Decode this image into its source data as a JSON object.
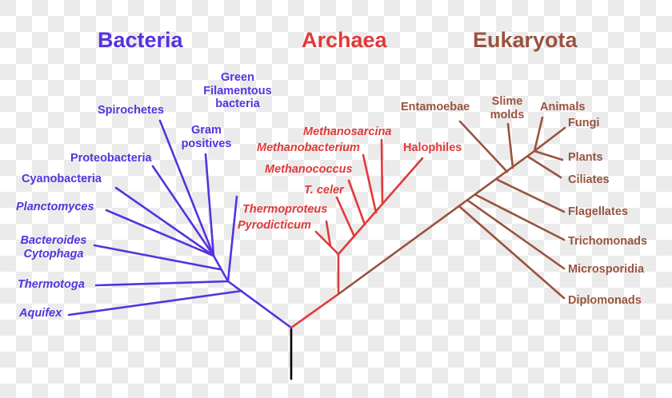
{
  "colors": {
    "bacteria": "#5533dd",
    "archaea": "#e03a3a",
    "eukaryota": "#99533f",
    "root": "#000000",
    "checker_light": "#ffffff",
    "checker_dark": "#ebebeb"
  },
  "titles": {
    "bacteria": "Bacteria",
    "archaea": "Archaea",
    "eukaryota": "Eukaryota"
  },
  "bacteria": {
    "green_filamentous": "Green Filamentous bacteria",
    "green_l1": "Green",
    "green_l2": "Filamentous",
    "green_l3": "bacteria",
    "spirochetes": "Spirochetes",
    "gram_l1": "Gram",
    "gram_l2": "positives",
    "proteobacteria": "Proteobacteria",
    "cyanobacteria": "Cyanobacteria",
    "planctomyces": "Planctomyces",
    "bacteroides": "Bacteroides",
    "cytophaga": "Cytophaga",
    "thermotoga": "Thermotoga",
    "aquifex": "Aquifex"
  },
  "archaea": {
    "methanosarcina": "Methanosarcina",
    "methanobacterium": "Methanobacterium",
    "halophiles": "Halophiles",
    "methanococcus": "Methanococcus",
    "t_celer": "T. celer",
    "thermoproteus": "Thermoproteus",
    "pyrodicticum": "Pyrodicticum"
  },
  "eukaryota": {
    "entamoebae": "Entamoebae",
    "slime_l1": "Slime",
    "slime_l2": "molds",
    "animals": "Animals",
    "fungi": "Fungi",
    "plants": "Plants",
    "ciliates": "Ciliates",
    "flagellates": "Flagellates",
    "trichomonads": "Trichomonads",
    "microsporidia": "Microsporidia",
    "diplomonads": "Diplomonads"
  },
  "branches": [
    {
      "group": "root",
      "pts": [
        [
          364,
          410
        ],
        [
          364,
          474
        ]
      ]
    },
    {
      "group": "bacteria",
      "pts": [
        [
          364,
          410
        ],
        [
          285,
          352
        ]
      ]
    },
    {
      "group": "bacteria",
      "pts": [
        [
          302,
          364
        ],
        [
          86,
          394
        ]
      ]
    },
    {
      "group": "bacteria",
      "pts": [
        [
          285,
          352
        ],
        [
          120,
          357
        ]
      ]
    },
    {
      "group": "bacteria",
      "pts": [
        [
          285,
          352
        ],
        [
          296,
          246
        ]
      ]
    },
    {
      "group": "bacteria",
      "pts": [
        [
          285,
          352
        ],
        [
          267,
          320
        ]
      ]
    },
    {
      "group": "bacteria",
      "pts": [
        [
          275,
          337
        ],
        [
          118,
          307
        ]
      ]
    },
    {
      "group": "bacteria",
      "pts": [
        [
          267,
          320
        ],
        [
          133,
          263
        ]
      ]
    },
    {
      "group": "bacteria",
      "pts": [
        [
          267,
          320
        ],
        [
          145,
          235
        ]
      ]
    },
    {
      "group": "bacteria",
      "pts": [
        [
          267,
          320
        ],
        [
          191,
          208
        ]
      ]
    },
    {
      "group": "bacteria",
      "pts": [
        [
          267,
          320
        ],
        [
          200,
          151
        ]
      ]
    },
    {
      "group": "bacteria",
      "pts": [
        [
          267,
          320
        ],
        [
          257,
          193
        ]
      ]
    },
    {
      "group": "archaea",
      "pts": [
        [
          364,
          410
        ],
        [
          423,
          368
        ]
      ]
    },
    {
      "group": "archaea",
      "pts": [
        [
          423,
          368
        ],
        [
          423,
          318
        ]
      ]
    },
    {
      "group": "archaea",
      "pts": [
        [
          423,
          318
        ],
        [
          395,
          290
        ]
      ]
    },
    {
      "group": "archaea",
      "pts": [
        [
          413,
          308
        ],
        [
          408,
          277
        ]
      ]
    },
    {
      "group": "archaea",
      "pts": [
        [
          423,
          318
        ],
        [
          528,
          198
        ]
      ]
    },
    {
      "group": "archaea",
      "pts": [
        [
          443,
          296
        ],
        [
          421,
          247
        ]
      ]
    },
    {
      "group": "archaea",
      "pts": [
        [
          456,
          281
        ],
        [
          436,
          226
        ]
      ]
    },
    {
      "group": "archaea",
      "pts": [
        [
          470,
          266
        ],
        [
          454,
          194
        ]
      ]
    },
    {
      "group": "archaea",
      "pts": [
        [
          478,
          256
        ],
        [
          477,
          175
        ]
      ]
    },
    {
      "group": "eukaryota",
      "pts": [
        [
          423,
          368
        ],
        [
          668,
          189
        ]
      ]
    },
    {
      "group": "eukaryota",
      "pts": [
        [
          575,
          259
        ],
        [
          705,
          373
        ]
      ]
    },
    {
      "group": "eukaryota",
      "pts": [
        [
          585,
          251
        ],
        [
          705,
          336
        ]
      ]
    },
    {
      "group": "eukaryota",
      "pts": [
        [
          595,
          244
        ],
        [
          705,
          300
        ]
      ]
    },
    {
      "group": "eukaryota",
      "pts": [
        [
          622,
          225
        ],
        [
          705,
          265
        ]
      ]
    },
    {
      "group": "eukaryota",
      "pts": [
        [
          634,
          215
        ],
        [
          575,
          152
        ]
      ]
    },
    {
      "group": "eukaryota",
      "pts": [
        [
          641,
          210
        ],
        [
          635,
          155
        ]
      ]
    },
    {
      "group": "eukaryota",
      "pts": [
        [
          660,
          196
        ],
        [
          701,
          222
        ]
      ]
    },
    {
      "group": "eukaryota",
      "pts": [
        [
          668,
          189
        ],
        [
          678,
          147
        ]
      ]
    },
    {
      "group": "eukaryota",
      "pts": [
        [
          668,
          189
        ],
        [
          706,
          160
        ]
      ]
    },
    {
      "group": "eukaryota",
      "pts": [
        [
          668,
          189
        ],
        [
          703,
          200
        ]
      ]
    }
  ]
}
